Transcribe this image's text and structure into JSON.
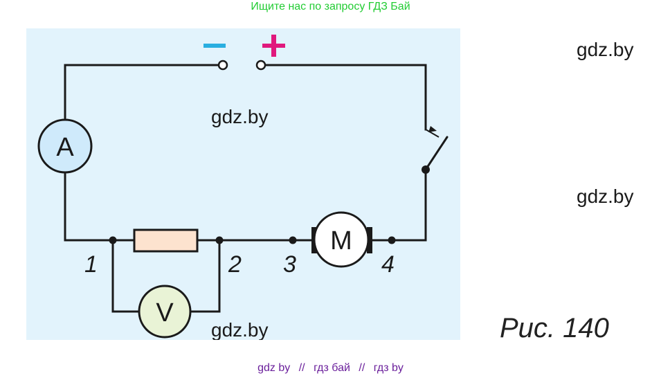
{
  "top_banner": {
    "text": "Ищите нас по запросу ГДЗ Бай",
    "color": "#22cc33"
  },
  "watermarks": {
    "panel_top": "gdz.by",
    "panel_bottom": "gdz.by",
    "right_top": "gdz.by",
    "right_middle": "gdz.by"
  },
  "diagram": {
    "background_color": "#e2f3fc",
    "terminal_minus": "−",
    "terminal_plus": "+",
    "minus_color": "#29aee0",
    "plus_color": "#e0197d",
    "ammeter_label": "A",
    "ammeter_color": "#cfeafb",
    "voltmeter_label": "V",
    "voltmeter_color": "#e9f3d6",
    "motor_label": "M",
    "resistor_color": "#fde3cf",
    "point_labels": [
      "1",
      "2",
      "3",
      "4"
    ]
  },
  "caption": "Рис. 140",
  "footer": {
    "items": [
      "gdz by",
      "гдз бай",
      "гдз by"
    ],
    "separator": "//",
    "color": "#6a1f9b"
  }
}
